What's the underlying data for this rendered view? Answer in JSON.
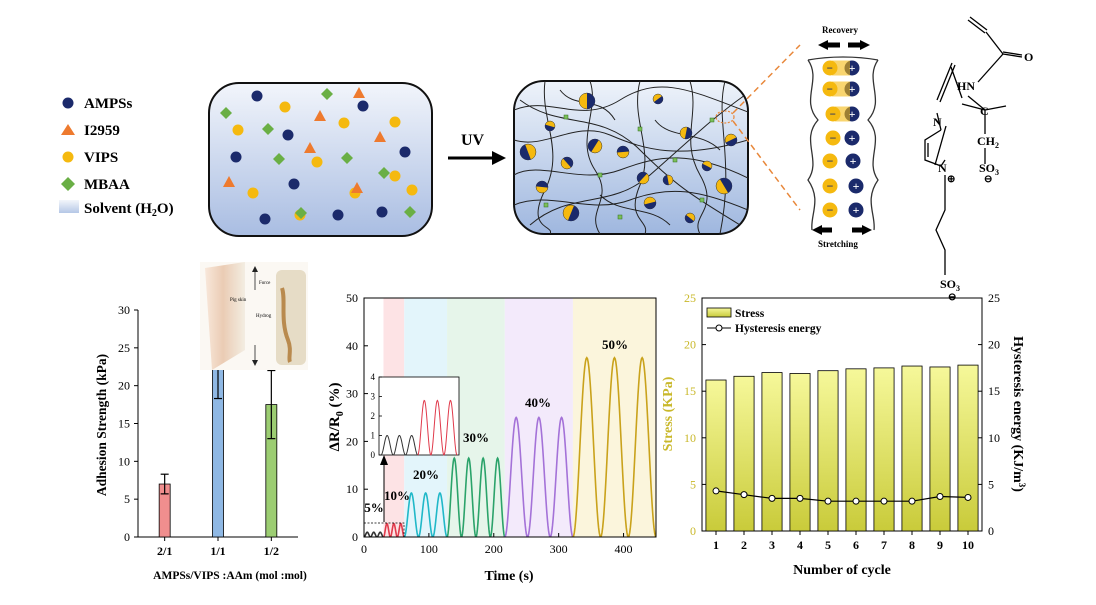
{
  "legend": {
    "items": [
      {
        "label": "AMPSs",
        "shape": "circle",
        "color": "#1b2a6b"
      },
      {
        "label": "I2959",
        "shape": "triangle",
        "color": "#ee7a2e"
      },
      {
        "label": "VIPS",
        "shape": "circle",
        "color": "#f5b90f"
      },
      {
        "label": "MBAA",
        "shape": "diamond",
        "color": "#6aaf45"
      }
    ],
    "solvent_prefix": "Solvent (H",
    "solvent_sub": "2",
    "solvent_suffix": "O)"
  },
  "arrow_label": "UV",
  "network": {
    "recovery_label": "Recovery",
    "stretching_label": "Stretching",
    "minus_sign": "−",
    "plus_sign": "+"
  },
  "molecule": {
    "atom_O": "O",
    "atom_HN": "HN",
    "atom_C": "C",
    "atom_CH2": "CH",
    "sub_2": "2",
    "atom_SO3": "SO",
    "sub_3": "3",
    "atom_N": "N",
    "charge_plus": "⊕",
    "charge_minus": "⊖"
  },
  "inset_photo": {
    "force_label": "Force",
    "pig_skin_label": "Pig skin",
    "hydrogel_label": "Hydrog"
  },
  "colors": {
    "amps": "#1b2a6b",
    "vips": "#f5b90f",
    "i2959": "#ee7a2e",
    "mbaa": "#6aaf45",
    "stress_bar": "#e8ea6a",
    "hysteresis_line": "#000000"
  },
  "chart_data": [
    {
      "type": "bar",
      "categories": [
        "2/1",
        "1/1",
        "1/2"
      ],
      "values": [
        7.0,
        22.3,
        17.5
      ],
      "errors": [
        1.3,
        4.0,
        4.5
      ],
      "colors": [
        "#f08e8e",
        "#8fb8e4",
        "#9ccd72"
      ],
      "xlabel": "AMPSs/VIPS :AAm (mol :mol)",
      "ylabel": "Adhesion Strength (kPa)",
      "ylim": [
        0,
        30
      ],
      "yticks": [
        "0",
        "5",
        "10",
        "15",
        "20",
        "25",
        "30"
      ]
    },
    {
      "type": "line",
      "xlabel": "Time (s)",
      "ylabel_main": "ΔR/R",
      "ylabel_sub": "0",
      "ylabel_tail": " (%)",
      "xlim": [
        0,
        450
      ],
      "ylim": [
        0,
        50
      ],
      "xticks": [
        "0",
        "100",
        "200",
        "300",
        "400"
      ],
      "yticks": [
        "0",
        "10",
        "20",
        "30",
        "40",
        "50"
      ],
      "segments": [
        {
          "label": "5%",
          "t_start": 0,
          "t_end": 30,
          "peak": 1.0,
          "cycles": 3,
          "color": "#333333",
          "bg": null
        },
        {
          "label": "10%",
          "t_start": 30,
          "t_end": 62,
          "peak": 2.8,
          "cycles": 3,
          "color": "#e03a4b",
          "bg": "#fde3e5"
        },
        {
          "label": "20%",
          "t_start": 62,
          "t_end": 128,
          "peak": 9.2,
          "cycles": 3,
          "color": "#20b8c8",
          "bg": "#e3f5fb"
        },
        {
          "label": "30%",
          "t_start": 128,
          "t_end": 217,
          "peak": 16.5,
          "cycles": 4,
          "color": "#2ba36a",
          "bg": "#e6f5ea"
        },
        {
          "label": "40%",
          "t_start": 217,
          "t_end": 322,
          "peak": 25.0,
          "cycles": 3,
          "color": "#a472d8",
          "bg": "#f3eafb"
        },
        {
          "label": "50%",
          "t_start": 322,
          "t_end": 450,
          "peak": 37.5,
          "cycles": 3,
          "color": "#c9a21b",
          "bg": "#fbf5dc"
        }
      ],
      "inset": {
        "ylim": [
          0,
          4
        ],
        "yticks": [
          "0",
          "1",
          "2",
          "3",
          "4"
        ]
      }
    },
    {
      "type": "bar",
      "categories": [
        "1",
        "2",
        "3",
        "4",
        "5",
        "6",
        "7",
        "8",
        "9",
        "10"
      ],
      "series": [
        {
          "name": "Stress",
          "values": [
            16.2,
            16.6,
            17.0,
            16.9,
            17.2,
            17.4,
            17.5,
            17.7,
            17.6,
            17.8
          ]
        },
        {
          "name": "Hysteresis energy",
          "values": [
            4.3,
            3.9,
            3.5,
            3.5,
            3.2,
            3.2,
            3.2,
            3.2,
            3.7,
            3.6
          ]
        }
      ],
      "xlabel": "Number of cycle",
      "ylabel": "Stress (KPa)",
      "ylabel_right_prefix": "Hysteresis energy (KJ/m",
      "ylabel_right_sup": "3",
      "ylabel_right_suffix": ")",
      "ylim": [
        0,
        25
      ],
      "y2lim": [
        0,
        25
      ],
      "yticks": [
        "0",
        "5",
        "10",
        "15",
        "20",
        "25"
      ]
    }
  ]
}
